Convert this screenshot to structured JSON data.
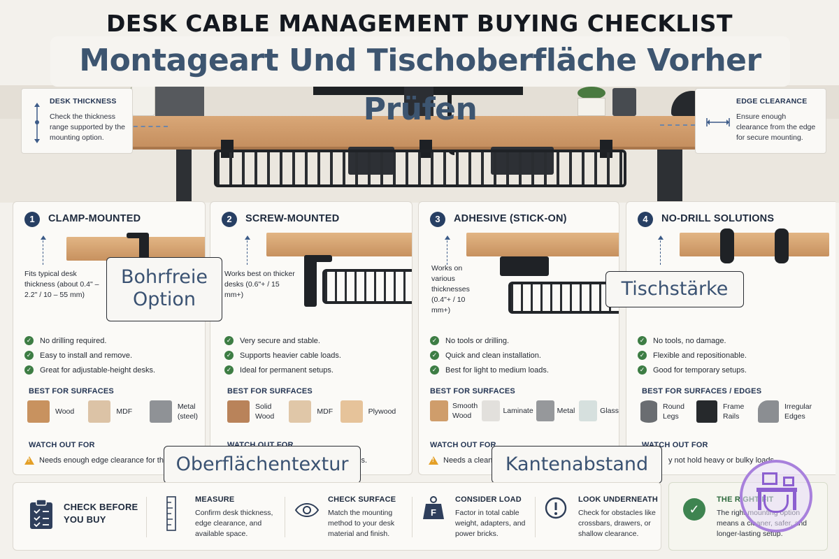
{
  "header": {
    "title": "DESK CABLE MANAGEMENT BUYING CHECKLIST",
    "subtitle_overlay": "Montageart Und Tischoberfläche Vorher Prüfen"
  },
  "scene": {
    "desk_thickness": {
      "title": "DESK THICKNESS",
      "text": "Check the thickness range supported by the mounting option.",
      "icon": "vertical-measure-icon"
    },
    "edge_clearance": {
      "title": "EDGE CLEARANCE",
      "text": "Ensure enough clearance from the edge for secure mounting.",
      "icon": "horizontal-measure-icon"
    }
  },
  "options": [
    {
      "number": "1",
      "title": "CLAMP-MOUNTED",
      "note": "Fits typical desk thickness (about 0.4\" – 2.2\" / 10 – 55 mm)",
      "checks": [
        "No drilling required.",
        "Easy to install and remove.",
        "Great for adjustable-height desks."
      ],
      "best_label": "BEST FOR SURFACES",
      "surfaces": [
        {
          "label": "Wood",
          "color": "#c8925f"
        },
        {
          "label": "MDF",
          "color": "#dcc3a6"
        },
        {
          "label": "Metal (steel)",
          "color": "#8f9296"
        }
      ],
      "watch_label": "WATCH OUT FOR",
      "watch_text": "Needs enough edge clearance for the"
    },
    {
      "number": "2",
      "title": "SCREW-MOUNTED",
      "note": "Works best on thicker desks (0.6\"+ / 15 mm+)",
      "checks": [
        "Very secure and stable.",
        "Supports heavier cable loads.",
        "Ideal for permanent setups."
      ],
      "best_label": "BEST FOR SURFACES",
      "surfaces": [
        {
          "label": "Solid Wood",
          "color": "#b9835a"
        },
        {
          "label": "MDF",
          "color": "#e0c7a8"
        },
        {
          "label": "Plywood",
          "color": "#e6c39a"
        }
      ],
      "watch_label": "WATCH OUT FOR",
      "watch_text": "ss."
    },
    {
      "number": "3",
      "title": "ADHESIVE (STICK-ON)",
      "note": "Works on various thicknesses (0.4\"+ / 10 mm+)",
      "checks": [
        "No tools or drilling.",
        "Quick and clean installation.",
        "Best for light to medium loads."
      ],
      "best_label": "BEST FOR SURFACES",
      "surfaces": [
        {
          "label": "Smooth Wood",
          "color": "#cf9d6b"
        },
        {
          "label": "Laminate",
          "color": "#e2e0dc"
        },
        {
          "label": "Metal",
          "color": "#96989b"
        },
        {
          "label": "Glass",
          "color": "#d6e0de"
        }
      ],
      "watch_label": "WATCH OUT FOR",
      "watch_text": "Needs a clean,"
    },
    {
      "number": "4",
      "title": "NO-DRILL SOLUTIONS",
      "note": "",
      "checks": [
        "No tools, no damage.",
        "Flexible and repositionable.",
        "Good for temporary setups."
      ],
      "best_label": "BEST FOR SURFACES / EDGES",
      "surfaces": [
        {
          "label": "Round Legs",
          "color": "#6a6d71"
        },
        {
          "label": "Frame Rails",
          "color": "#26292c"
        },
        {
          "label": "Irregular Edges",
          "color": "#8b8e92"
        }
      ],
      "watch_label": "WATCH OUT FOR",
      "watch_text": "y not hold heavy or bulky loads."
    }
  ],
  "overlays": {
    "bohrfreie": "Bohrfreie Option",
    "tischstaerke": "Tischstärke",
    "oberflaeche": "Oberflächentextur",
    "kantenabstand": "Kantenabstand"
  },
  "bottom": {
    "check_before": "CHECK BEFORE YOU BUY",
    "items": [
      {
        "title": "MEASURE",
        "text": "Confirm desk thickness, edge clearance, and available space.",
        "icon": "ruler-icon"
      },
      {
        "title": "CHECK SURFACE",
        "text": "Match the mounting method to your desk material and finish.",
        "icon": "eye-icon"
      },
      {
        "title": "CONSIDER LOAD",
        "text": "Factor in total cable weight, adapters, and power bricks.",
        "icon": "weight-icon"
      },
      {
        "title": "LOOK UNDERNEATH",
        "text": "Check for obstacles like crossbars, drawers, or shallow clearance.",
        "icon": "exclamation-icon"
      }
    ],
    "fit_title": "THE RIGHT FIT",
    "fit_text": "The right mounting option means a cleaner, safer, and longer-lasting setup."
  }
}
